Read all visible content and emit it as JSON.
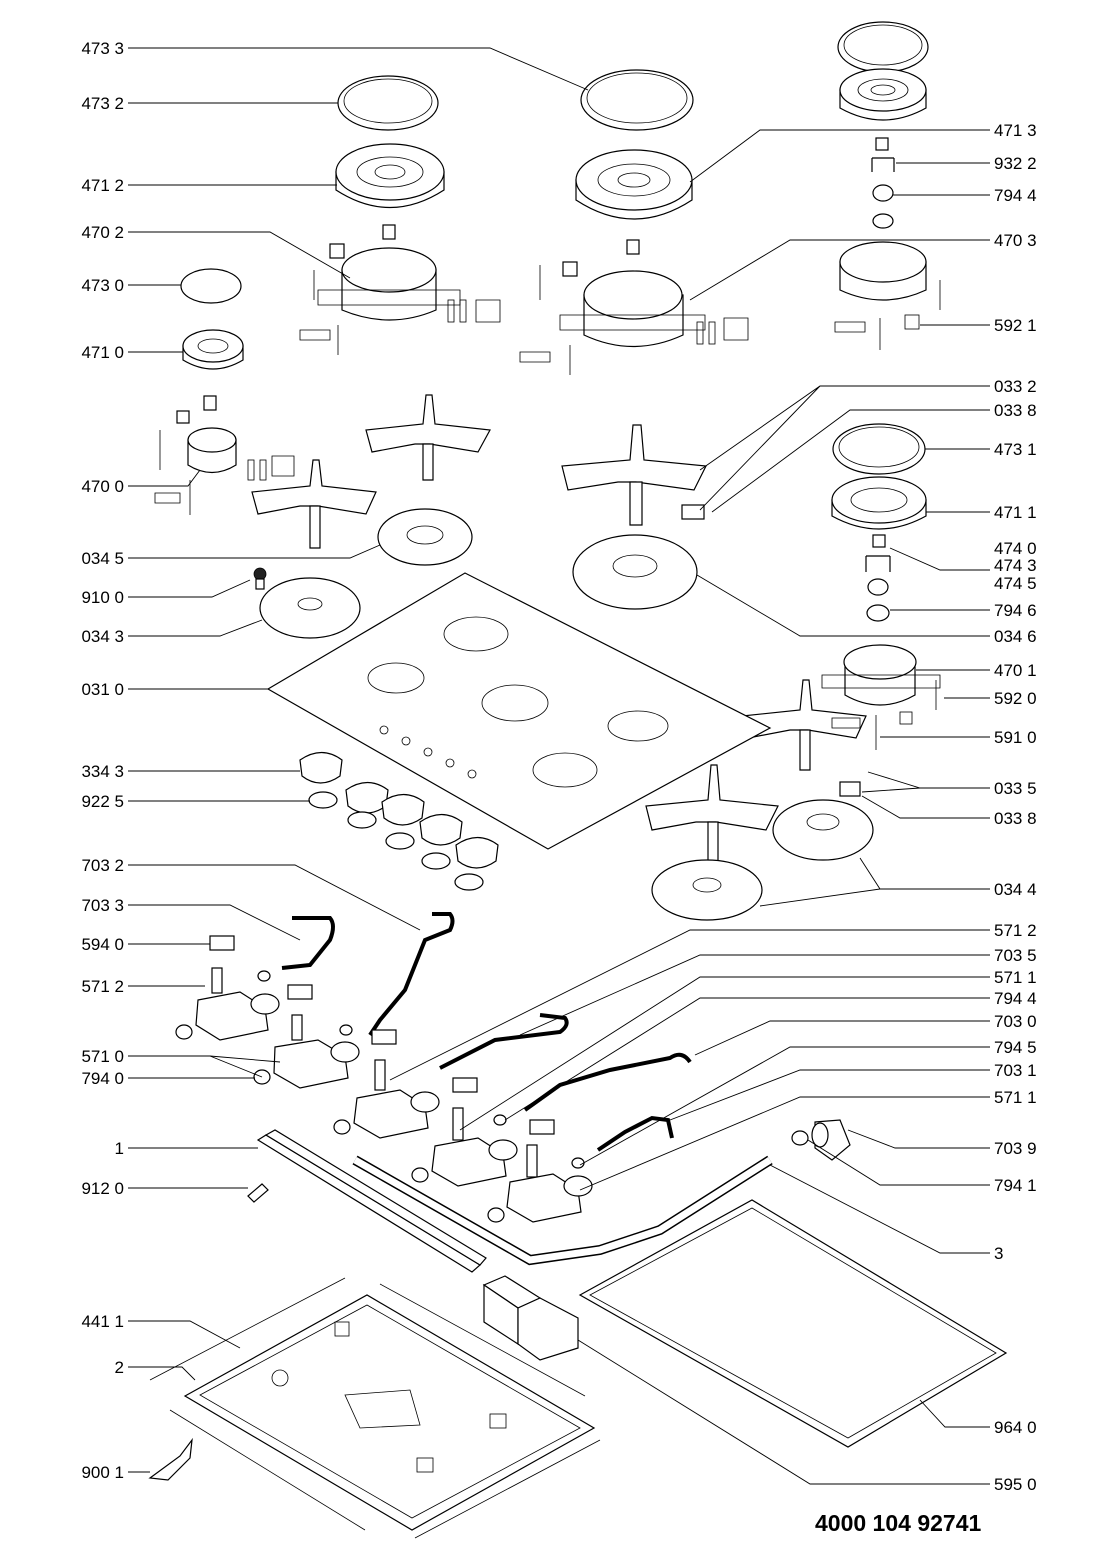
{
  "document_number": "4000 104 92741",
  "labels": {
    "l_4733": "473 3",
    "l_4732": "473 2",
    "l_4712": "471 2",
    "l_4702": "470 2",
    "l_4730": "473 0",
    "l_4710": "471 0",
    "l_4700": "470 0",
    "l_0345": "034 5",
    "l_9100": "910 0",
    "l_0343": "034 3",
    "l_0310": "031 0",
    "l_3343": "334 3",
    "l_9225": "922 5",
    "l_7032": "703 2",
    "l_7033": "703 3",
    "l_5940": "594 0",
    "l_5712a": "571 2",
    "l_5710": "571 0",
    "l_7940": "794 0",
    "l_1": "1",
    "l_9120": "912 0",
    "l_4411": "441 1",
    "l_2": "2",
    "l_9001": "900 1",
    "r_4713": "471 3",
    "r_9322": "932 2",
    "r_7944a": "794 4",
    "r_4703": "470 3",
    "r_5921": "592 1",
    "r_0332": "033 2",
    "r_0338a": "033 8",
    "r_4731": "473 1",
    "r_4711": "471 1",
    "r_4740": "474 0",
    "r_4743": "474 3",
    "r_4745": "474 5",
    "r_7946": "794 6",
    "r_0346": "034 6",
    "r_4701": "470 1",
    "r_5920": "592 0",
    "r_5910": "591 0",
    "r_0335": "033 5",
    "r_0338b": "033 8",
    "r_0344": "034 4",
    "r_5712b": "571 2",
    "r_7035": "703 5",
    "r_5711a": "571 1",
    "r_7944b": "794 4",
    "r_7030": "703 0",
    "r_7945": "794 5",
    "r_7031": "703 1",
    "r_5711b": "571 1",
    "r_7039": "703 9",
    "r_7941": "794 1",
    "r_3": "3",
    "r_9640": "964 0",
    "r_5950": "595 0"
  }
}
